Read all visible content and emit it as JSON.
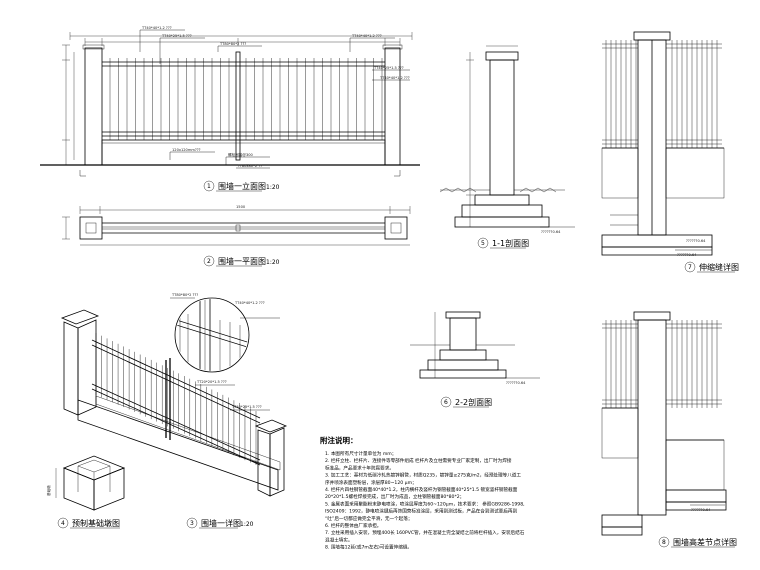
{
  "figures": [
    {
      "number": "1",
      "title": "围墙一立面图",
      "scale": "1:20"
    },
    {
      "number": "2",
      "title": "围墙一平面图",
      "scale": "1:20"
    },
    {
      "number": "3",
      "title": "围墙一详图",
      "scale": "1:20"
    },
    {
      "number": "4",
      "title": "预制基础墩图",
      "scale": ""
    },
    {
      "number": "5",
      "title": "1-1剖面图",
      "scale": ""
    },
    {
      "number": "6",
      "title": "2-2剖面图",
      "scale": ""
    },
    {
      "number": "7",
      "title": "伸缩缝详图",
      "scale": ""
    },
    {
      "number": "8",
      "title": "围墙高差节点详图",
      "scale": ""
    }
  ],
  "elevation_tags": [
    "TT40*40*1.2 ???",
    "TT40*25*1.5 ???",
    "TT80*80*2 ???",
    "TT40*40*1.2 ???",
    "TT40*25*1.5 ???",
    "TT40*40*1.2 ???"
  ],
  "elevation_notes": [
    "120x120mm???",
    "螺栓固接@300",
    "??80x80*2 ??"
  ],
  "plan_dim": "1500",
  "detail_tags": [
    "TT80*80*2 ???",
    "TT40*40*1.2 ???",
    "TT20*20*1.5 ???",
    "TT40*25*1.5 ???"
  ],
  "section_level": "??????0.64",
  "pier_label": "基础墩",
  "notes": {
    "title": "附注说明：",
    "items": [
      "1. 本图所有尺寸计量单位为 mm；",
      "2. 栏杆立柱、栏杆片、连接件等零部件组成 栏杆片及立柱需要专业厂家定制，出厂时为焊接",
      "   标准品，产品要求十年防腐要求。",
      "3. 加工工艺：基材为低碳冷轧热镀锌钢管，材质Q235，镀锌量≥275克/m2，经预处理等八道工",
      "   序并喷涂表面塑粉层，涂层厚80~120 μm；",
      "4. 栏杆片四柱钢管截面40*40*1.2，柱内横杆及竖杆为钢管截面40*25*1.5 镀宽竖杆钢管截面",
      "   20*20*1.5螺栓焊接完成，出厂时为成品，立柱钢管截面80*80*2；",
      "5. 金属表面采用聚酯粉末静电喷涂，喷涂层厚度为60~120μm，技术要求： 参照GB9286-1998,",
      "   ISO2409：1992，静电喷涂键后再饰国营标准涂层，采用到测试板，产品在合到测试要后再到",
      "   “吐”后一切都应做完全平滑，无一个起落；",
      "6. 栏杆的整体由厂家承担。",
      "7. 立柱采用插入安装，预埋400长 160PVC管，并在混凝土完全凝结之前将栏杆插入，安装后结石",
      "   混凝土填实。",
      "8. 围墙每12延(或7m左右)可设置伸缩缝。"
    ]
  }
}
